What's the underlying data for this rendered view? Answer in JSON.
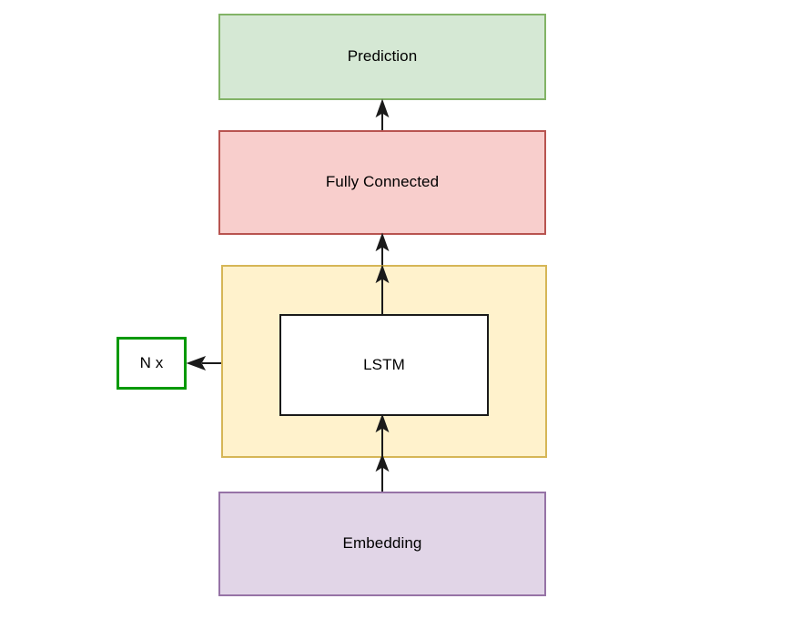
{
  "diagram": {
    "title": "LSTM text classification model architecture",
    "background": "#ffffff",
    "nodes": [
      {
        "id": "embedding",
        "label": "Embedding",
        "fill": "#e1d5e7",
        "stroke": "#9673a6"
      },
      {
        "id": "lstm_group",
        "label": "",
        "fill": "#fff2cc",
        "stroke": "#d6b656"
      },
      {
        "id": "lstm",
        "label": "LSTM",
        "fill": "#ffffff",
        "stroke": "#1a1a1a"
      },
      {
        "id": "repeat",
        "label": "N x",
        "fill": "#ffffff",
        "stroke": "#009900"
      },
      {
        "id": "fully_connected",
        "label": "Fully Connected",
        "fill": "#f8cecc",
        "stroke": "#b85450"
      },
      {
        "id": "prediction",
        "label": "Prediction",
        "fill": "#d5e8d4",
        "stroke": "#82b366"
      }
    ],
    "edges": [
      {
        "id": "embedding-to-lstm-group",
        "from": "embedding",
        "to": "lstm_group",
        "direction": "up",
        "label": ""
      },
      {
        "id": "lstm-group-bottom-to-lstm",
        "from": "lstm_group",
        "to": "lstm",
        "direction": "up",
        "label": ""
      },
      {
        "id": "lstm-to-lstm-group-top",
        "from": "lstm",
        "to": "lstm_group",
        "direction": "up",
        "label": ""
      },
      {
        "id": "lstm-group-to-fully-connected",
        "from": "lstm_group",
        "to": "fully_connected",
        "direction": "up",
        "label": ""
      },
      {
        "id": "fully-connected-to-prediction",
        "from": "fully_connected",
        "to": "prediction",
        "direction": "up",
        "label": ""
      },
      {
        "id": "lstm-group-to-repeat",
        "from": "lstm_group",
        "to": "repeat",
        "direction": "left",
        "label": ""
      }
    ],
    "edge_color": "#1a1a1a"
  }
}
